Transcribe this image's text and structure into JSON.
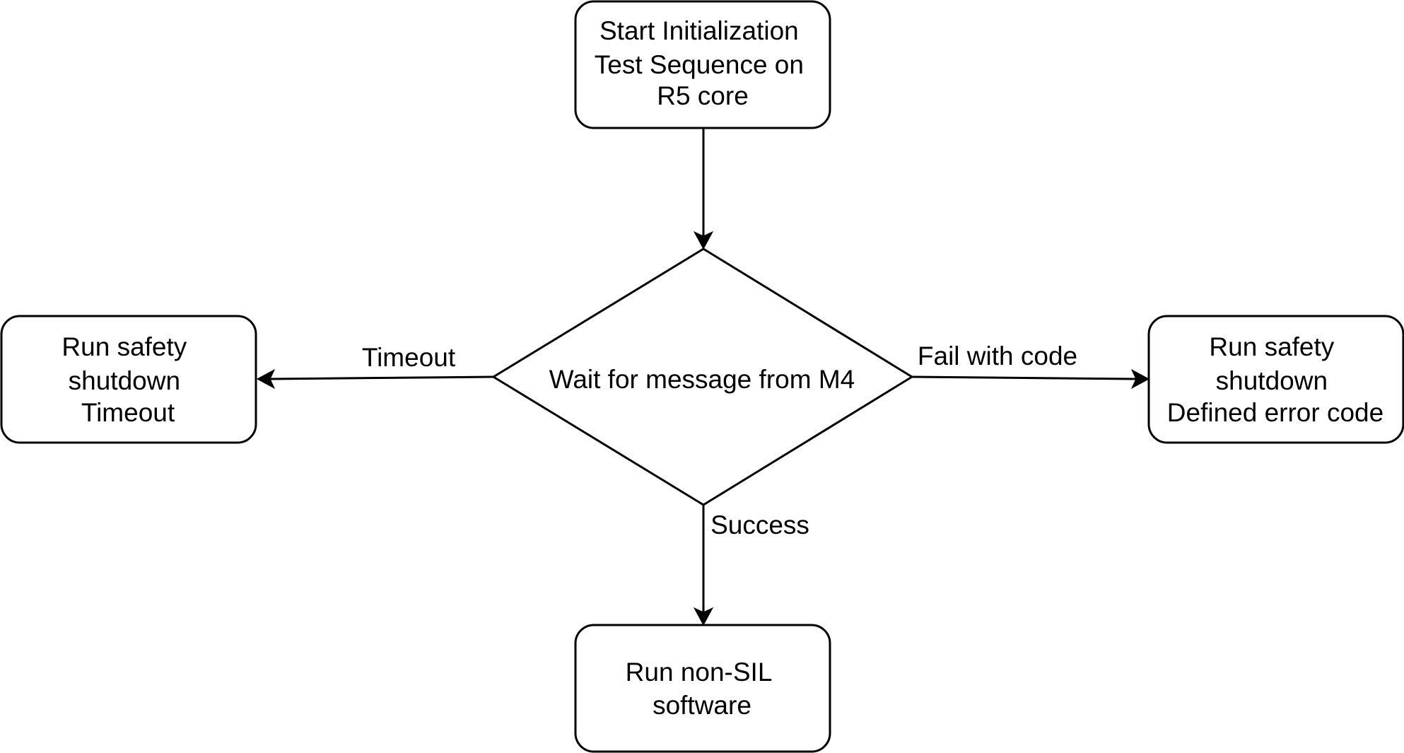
{
  "nodes": {
    "start": [
      "Start Initialization",
      "Test Sequence on",
      "R5 core"
    ],
    "decision": [
      "Wait for message from M4"
    ],
    "timeout": [
      "Run safety",
      "shutdown",
      "Timeout"
    ],
    "error": [
      "Run safety",
      "shutdown",
      "Defined error code"
    ],
    "success": [
      "Run non-SIL",
      "software"
    ]
  },
  "edges": {
    "timeout": "Timeout",
    "fail": "Fail with code",
    "success": "Success"
  }
}
